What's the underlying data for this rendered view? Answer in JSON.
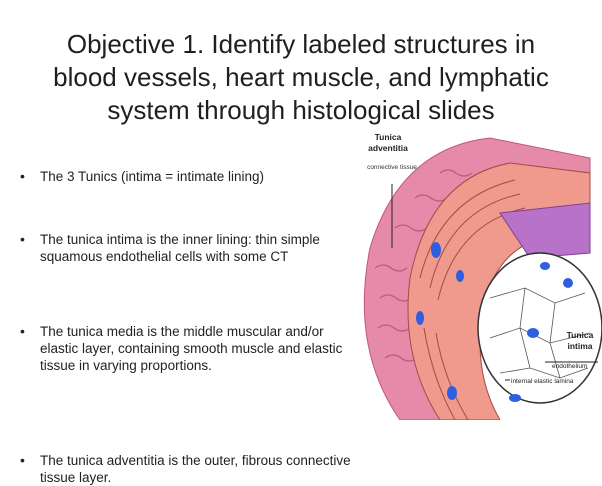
{
  "slide": {
    "title_line1": "Objective 1. Identify labeled structures in",
    "title_line2": "blood vessels, heart muscle, and lymphatic",
    "title_line3": "system through histological slides",
    "bullets": [
      "The 3 Tunics (intima = intimate lining)",
      "The tunica intima is the inner lining: thin simple squamous endothelial cells with some CT",
      "The tunica media is the middle muscular and/or elastic layer, containing smooth muscle and elastic tissue in varying proportions.",
      "The tunica adventitia is the outer, fibrous connective tissue layer."
    ]
  },
  "diagram": {
    "adventitia_title_1": "Tunica",
    "adventitia_title_2": "adventitia",
    "adventitia_sub": "connective tissue",
    "intima_title_1": "Tunica",
    "intima_title_2": "intima",
    "endothelium": "endothelium",
    "internal_elastic_lamina": "internal elastic lamina",
    "colors": {
      "adventitia": "#e58aa8",
      "media": "#ef9a8c",
      "muscle_dark": "#c9605c",
      "elastic": "#b873c9",
      "lumen": "#ffffff",
      "nucleus": "#2f5fe0"
    }
  }
}
